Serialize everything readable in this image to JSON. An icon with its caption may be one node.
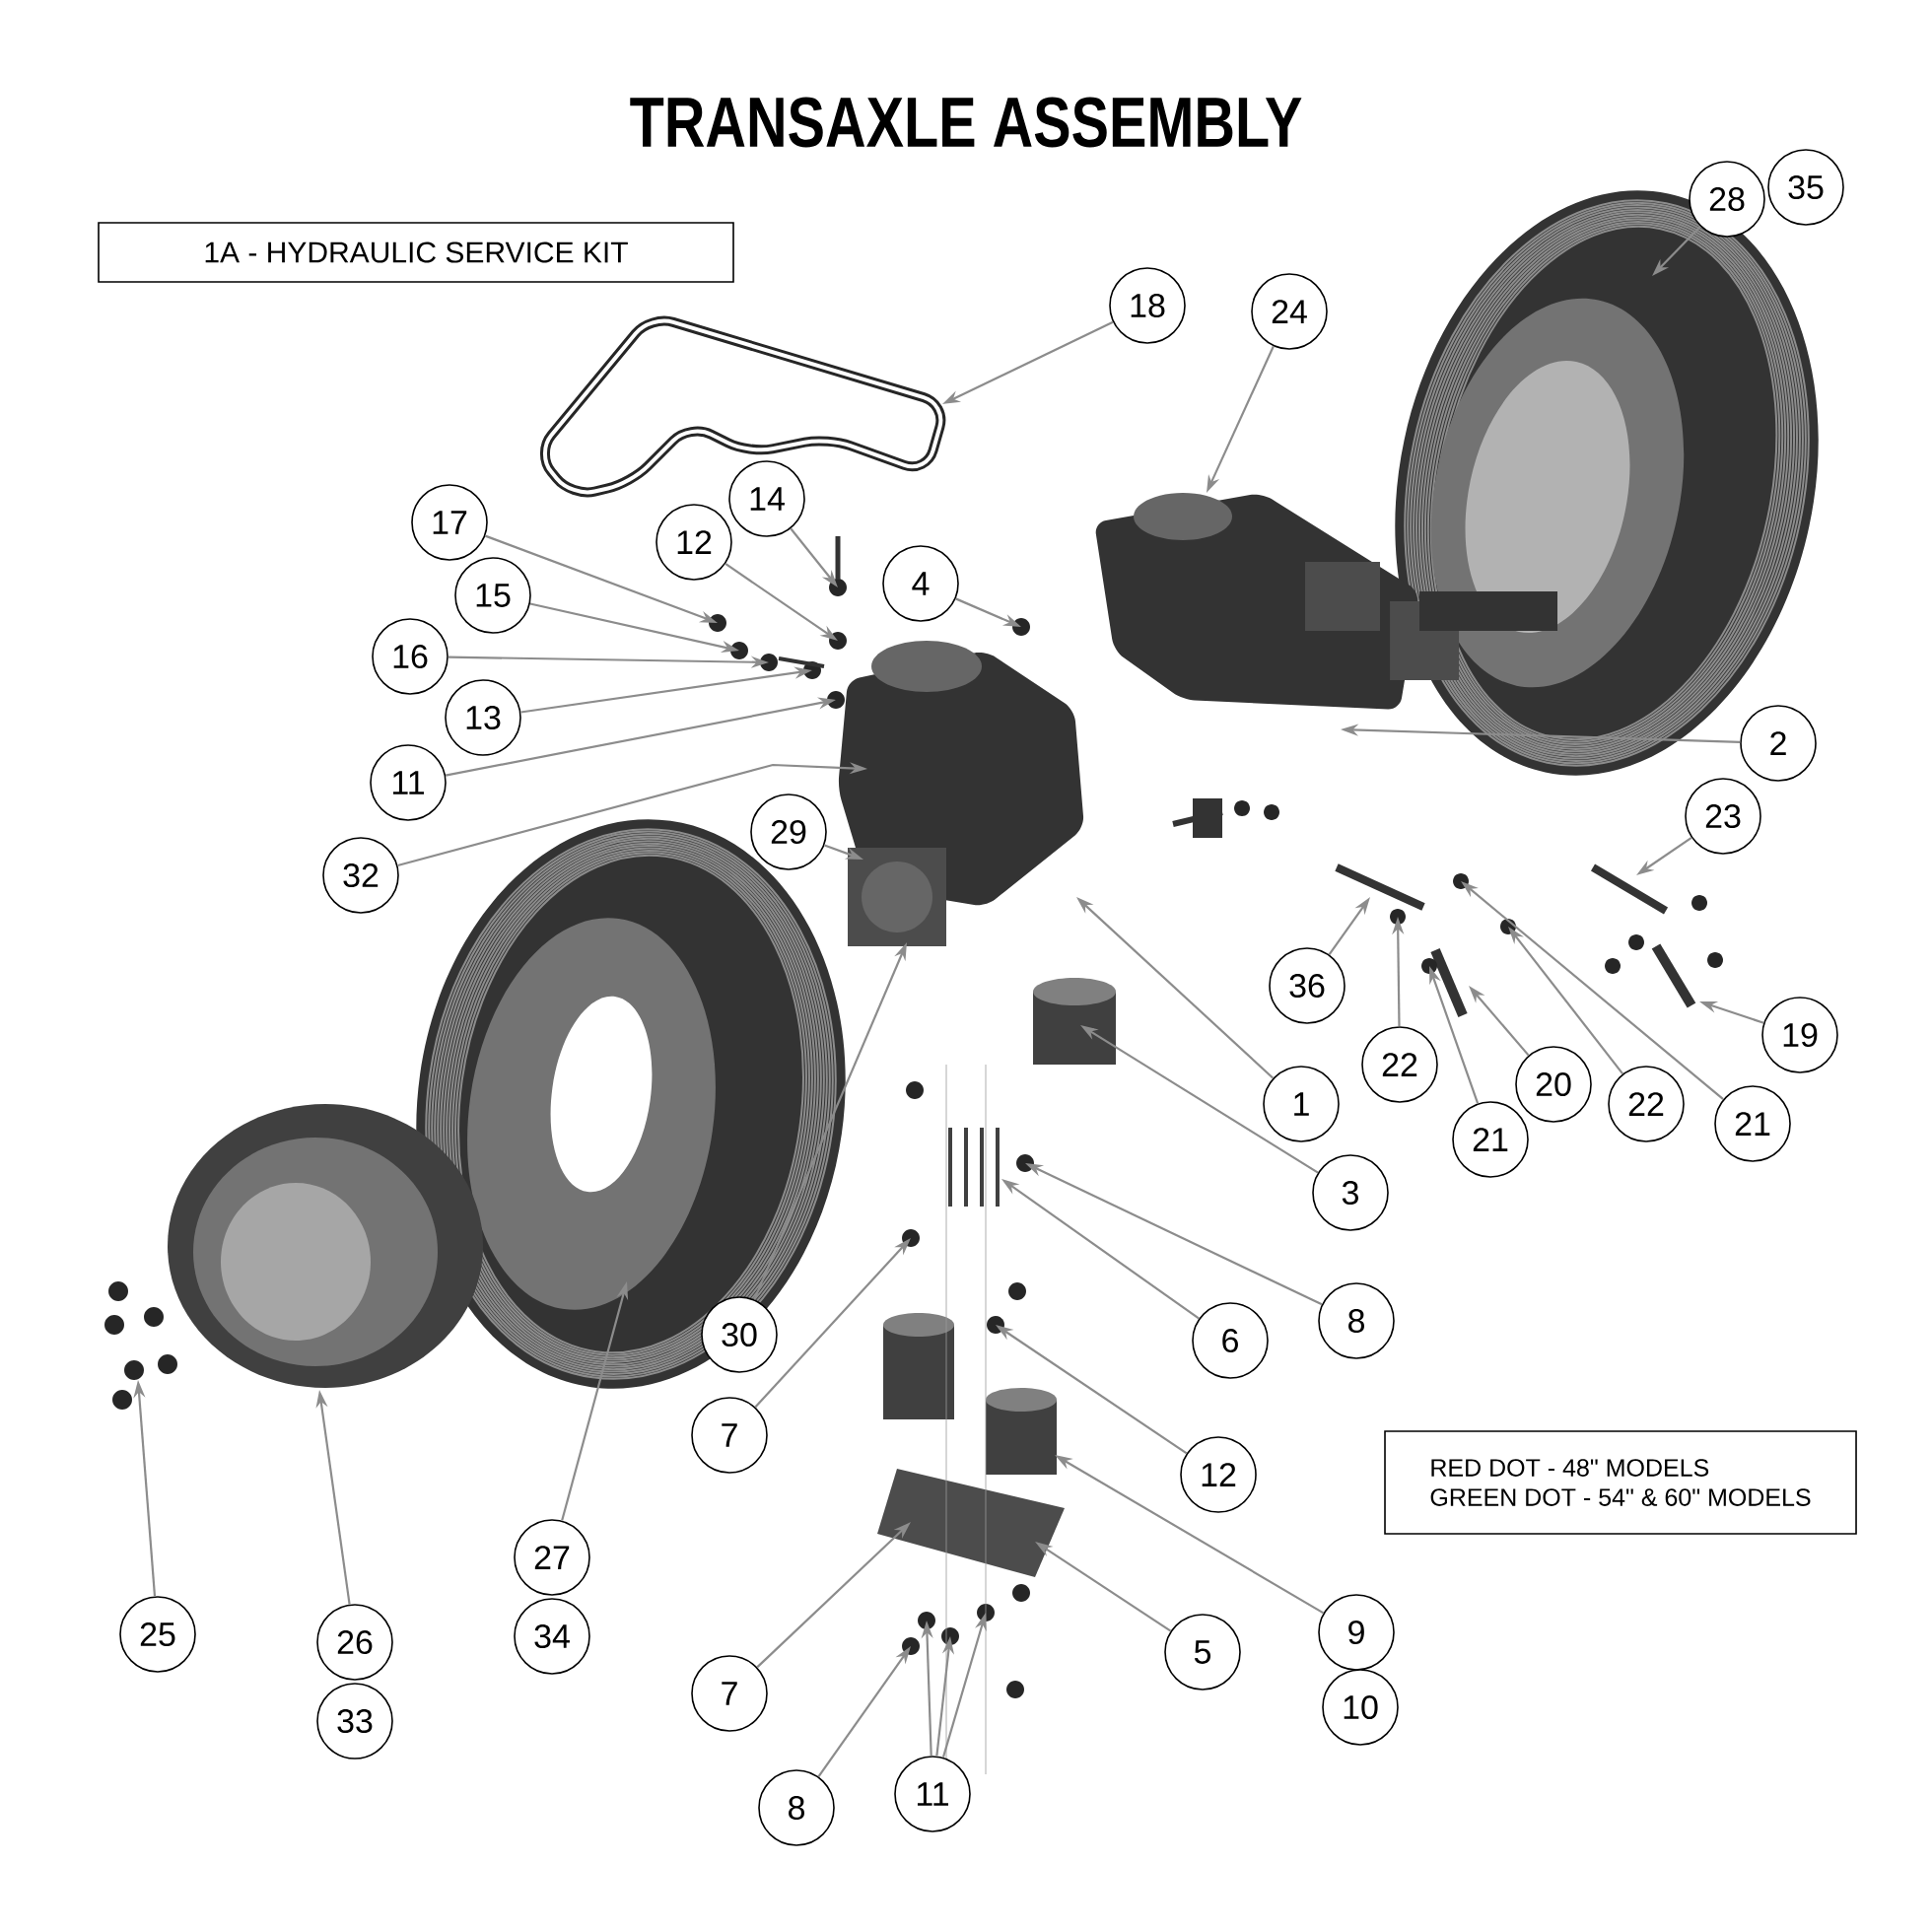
{
  "diagram": {
    "title": "TRANSAXLE ASSEMBLY",
    "nodes": [
      {
        "text": [
          "1A - HYDRAULIC SERVICE KIT"
        ]
      },
      {
        "text": [
          "28"
        ]
      },
      {
        "text": [
          "35"
        ]
      },
      {
        "text": [
          "18"
        ]
      },
      {
        "text": [
          "24"
        ]
      },
      {
        "text": [
          "17"
        ]
      },
      {
        "text": [
          "14"
        ]
      },
      {
        "text": [
          "12"
        ]
      },
      {
        "text": [
          "4"
        ]
      },
      {
        "text": [
          "15"
        ]
      },
      {
        "text": [
          "16"
        ]
      },
      {
        "text": [
          "13"
        ]
      },
      {
        "text": [
          "11"
        ]
      },
      {
        "text": [
          "32"
        ]
      },
      {
        "text": [
          "29"
        ]
      },
      {
        "text": [
          "2"
        ]
      },
      {
        "text": [
          "23"
        ]
      },
      {
        "text": [
          "36"
        ]
      },
      {
        "text": [
          "22"
        ]
      },
      {
        "text": [
          "21"
        ]
      },
      {
        "text": [
          "20"
        ]
      },
      {
        "text": [
          "22"
        ]
      },
      {
        "text": [
          "21"
        ]
      },
      {
        "text": [
          "19"
        ]
      },
      {
        "text": [
          "1"
        ]
      },
      {
        "text": [
          "3"
        ]
      },
      {
        "text": [
          "6"
        ]
      },
      {
        "text": [
          "8"
        ]
      },
      {
        "text": [
          "12"
        ]
      },
      {
        "text": [
          "9"
        ]
      },
      {
        "text": [
          "10"
        ]
      },
      {
        "text": [
          "5"
        ]
      },
      {
        "text": [
          "30"
        ]
      },
      {
        "text": [
          "7"
        ]
      },
      {
        "text": [
          "27"
        ]
      },
      {
        "text": [
          "34"
        ]
      },
      {
        "text": [
          "26"
        ]
      },
      {
        "text": [
          "33"
        ]
      },
      {
        "text": [
          "25"
        ]
      },
      {
        "text": [
          "7"
        ]
      },
      {
        "text": [
          "8"
        ]
      },
      {
        "text": [
          "11"
        ]
      },
      {
        "text": [
          "RED DOT - 48\" MODELS",
          "GREEN DOT - 54\" & 60\" MODELS"
        ]
      }
    ],
    "edges": [
      {
        "from": 1,
        "to": null,
        "arrow": "to"
      },
      {
        "from": 3,
        "to": null,
        "arrow": "to"
      },
      {
        "from": 4,
        "to": null,
        "arrow": "to"
      },
      {
        "from": 5,
        "to": null,
        "arrow": "to"
      },
      {
        "from": 6,
        "to": null,
        "arrow": "to"
      },
      {
        "from": 7,
        "to": null,
        "arrow": "to"
      },
      {
        "from": 8,
        "to": null,
        "arrow": "to"
      },
      {
        "from": 9,
        "to": null,
        "arrow": "to"
      },
      {
        "from": 10,
        "to": null,
        "arrow": "to"
      },
      {
        "from": 11,
        "to": null,
        "arrow": "to"
      },
      {
        "from": 12,
        "to": null,
        "arrow": "to"
      },
      {
        "from": 13,
        "to": null,
        "arrow": "to"
      },
      {
        "from": 14,
        "to": null,
        "arrow": "to"
      },
      {
        "from": 15,
        "to": null,
        "arrow": "to"
      },
      {
        "from": 16,
        "to": null,
        "arrow": "to"
      },
      {
        "from": 17,
        "to": null,
        "arrow": "to"
      },
      {
        "from": 18,
        "to": null,
        "arrow": "to"
      },
      {
        "from": 19,
        "to": null,
        "arrow": "to"
      },
      {
        "from": 20,
        "to": null,
        "arrow": "to"
      },
      {
        "from": 21,
        "to": null,
        "arrow": "to"
      },
      {
        "from": 22,
        "to": null,
        "arrow": "to"
      },
      {
        "from": 23,
        "to": null,
        "arrow": "to"
      },
      {
        "from": 24,
        "to": null,
        "arrow": "to"
      },
      {
        "from": 25,
        "to": null,
        "arrow": "to"
      },
      {
        "from": 26,
        "to": null,
        "arrow": "to"
      },
      {
        "from": 27,
        "to": null,
        "arrow": "to"
      },
      {
        "from": 28,
        "to": null,
        "arrow": "to"
      },
      {
        "from": 29,
        "to": null,
        "arrow": "to"
      },
      {
        "from": 31,
        "to": null,
        "arrow": "to"
      },
      {
        "from": 32,
        "to": null,
        "arrow": "to"
      },
      {
        "from": 33,
        "to": null,
        "arrow": "to"
      },
      {
        "from": 34,
        "to": null,
        "arrow": "to"
      },
      {
        "from": 36,
        "to": null,
        "arrow": "to"
      },
      {
        "from": 38,
        "to": null,
        "arrow": "to"
      },
      {
        "from": 39,
        "to": null,
        "arrow": "to"
      },
      {
        "from": 40,
        "to": null,
        "arrow": "to"
      },
      {
        "from": 41,
        "to": null,
        "arrow": "to"
      },
      {
        "from": 41,
        "to": null,
        "arrow": "to"
      },
      {
        "from": 41,
        "to": null,
        "arrow": "to"
      }
    ]
  }
}
